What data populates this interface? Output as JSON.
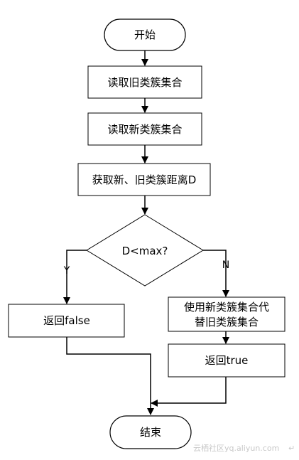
{
  "flowchart": {
    "start": "开始",
    "read_old": "读取旧类簇集合",
    "read_new": "读取新类簇集合",
    "get_distance": "获取新、旧类簇距离D",
    "condition": "D<max?",
    "yes_label": "Y",
    "no_label": "N",
    "return_false": "返回false",
    "replace_line1": "使用新类簇集合代",
    "replace_line2": "替旧类簇集合",
    "return_true": "返回true",
    "end": "结束"
  },
  "watermark": "云栖社区yq.aliyun.com"
}
